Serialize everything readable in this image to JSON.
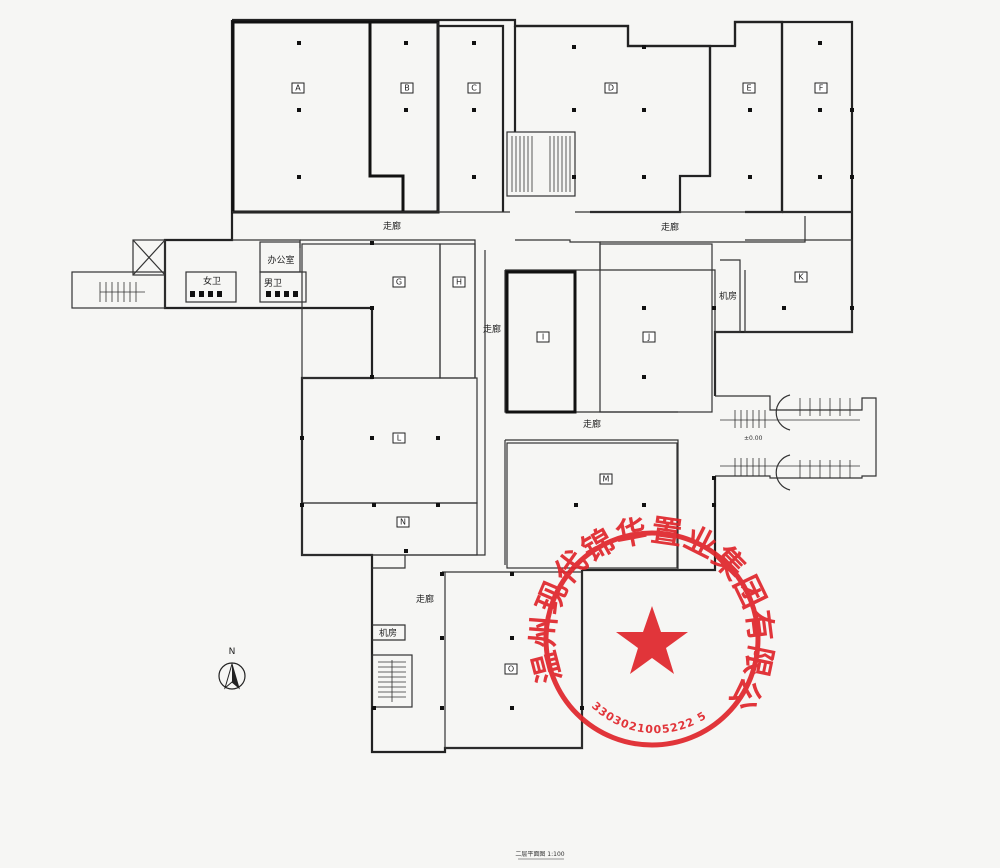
{
  "rooms": {
    "A": "A",
    "B": "B",
    "C": "C",
    "D": "D",
    "E": "E",
    "F": "F",
    "G": "G",
    "H": "H",
    "I": "I",
    "J": "J",
    "K": "K",
    "L": "L",
    "M": "M",
    "N": "N",
    "O": "O"
  },
  "labels": {
    "corridor": "走廊",
    "office": "办公室",
    "female_wc": "女卫",
    "male_wc": "男卫",
    "machine_room": "机房",
    "north": "N",
    "elevation": "±0.00"
  },
  "seal": {
    "name": "温州现代锦华置业集团有限公司",
    "number": "3303021005222 5",
    "color": "#e0252b"
  },
  "caption": "二层平面图 1:100"
}
